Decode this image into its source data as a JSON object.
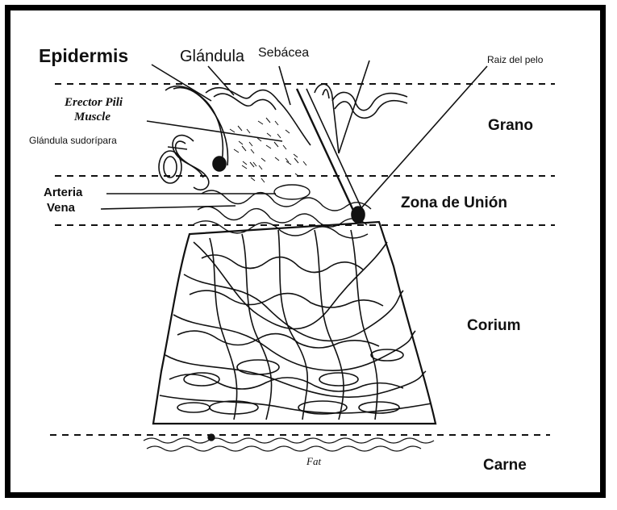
{
  "labels": {
    "epidermis": "Epidermis",
    "glandula": "Glándula",
    "sebacea": "Sebácea",
    "raiz_del_pelo": "Raiz del pelo",
    "erector_pili": "Erector Pili",
    "muscle": "Muscle",
    "glandula_sudoripara": "Glándula sudorípara",
    "arteria": "Arteria",
    "vena": "Vena",
    "fat": "Fat"
  },
  "layers": {
    "grano": "Grano",
    "zona_de_union": "Zona de Unión",
    "corium": "Corium",
    "carne": "Carne"
  },
  "colors": {
    "ink": "#111111",
    "background": "#ffffff",
    "frame": "#000000"
  }
}
